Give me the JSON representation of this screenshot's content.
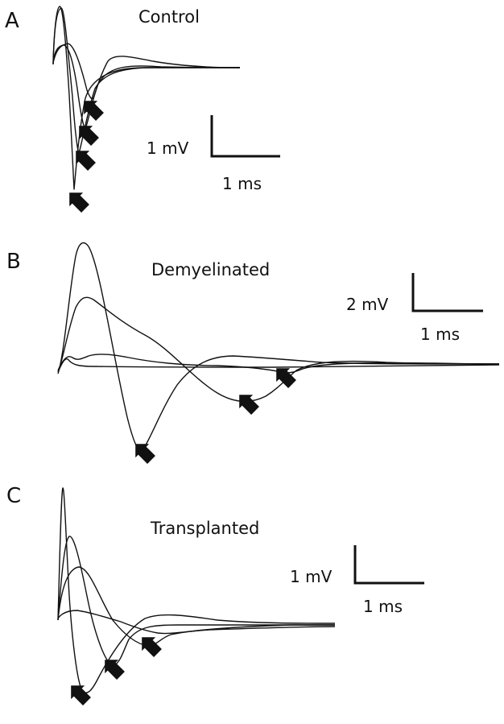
{
  "panels": [
    {
      "letter": "A",
      "condition": "Control",
      "scale_bar": {
        "voltage": "1 mV",
        "time": "1 ms"
      },
      "traces": [
        "trace-1",
        "trace-2",
        "trace-3",
        "trace-4"
      ],
      "arrows": 4
    },
    {
      "letter": "B",
      "condition": "Demyelinated",
      "scale_bar": {
        "voltage": "2 mV",
        "time": "1 ms"
      },
      "traces": [
        "trace-1",
        "trace-2",
        "trace-3",
        "trace-4"
      ],
      "arrows": 3
    },
    {
      "letter": "C",
      "condition": "Transplanted",
      "scale_bar": {
        "voltage": "1 mV",
        "time": "1 ms"
      },
      "traces": [
        "trace-1",
        "trace-2",
        "trace-3",
        "trace-4"
      ],
      "arrows": 3
    }
  ],
  "chart_data": [
    {
      "type": "line",
      "title": "Control",
      "n_traces": 4,
      "scale": {
        "y": "1 mV",
        "x": "1 ms"
      }
    },
    {
      "type": "line",
      "title": "Demyelinated",
      "n_traces": 4,
      "scale": {
        "y": "2 mV",
        "x": "1 ms"
      }
    },
    {
      "type": "line",
      "title": "Transplanted",
      "n_traces": 4,
      "scale": {
        "y": "1 mV",
        "x": "1 ms"
      }
    }
  ],
  "colors": {
    "ink": "#111111",
    "background": "#ffffff"
  }
}
